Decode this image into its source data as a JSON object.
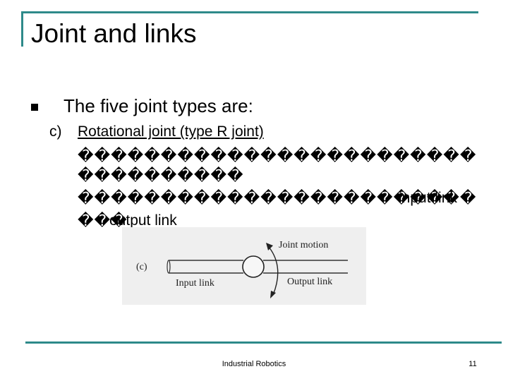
{
  "slide": {
    "title": "Joint and links",
    "bullet_text": "The five joint types are:",
    "item_label": "c)",
    "item_title": "Rotational joint (type R joint)",
    "garbled_lines": [
      "������������������������",
      "����������",
      "������������������������",
      "���"
    ],
    "inline_input_link": "input link",
    "inline_output_link": "output link"
  },
  "figure": {
    "label": "(c)",
    "joint_motion": "Joint motion",
    "input_link": "Input link",
    "output_link": "Output link"
  },
  "footer": {
    "text": "Industrial Robotics",
    "page_number": "11"
  },
  "colors": {
    "accent": "#2e8a8a"
  }
}
